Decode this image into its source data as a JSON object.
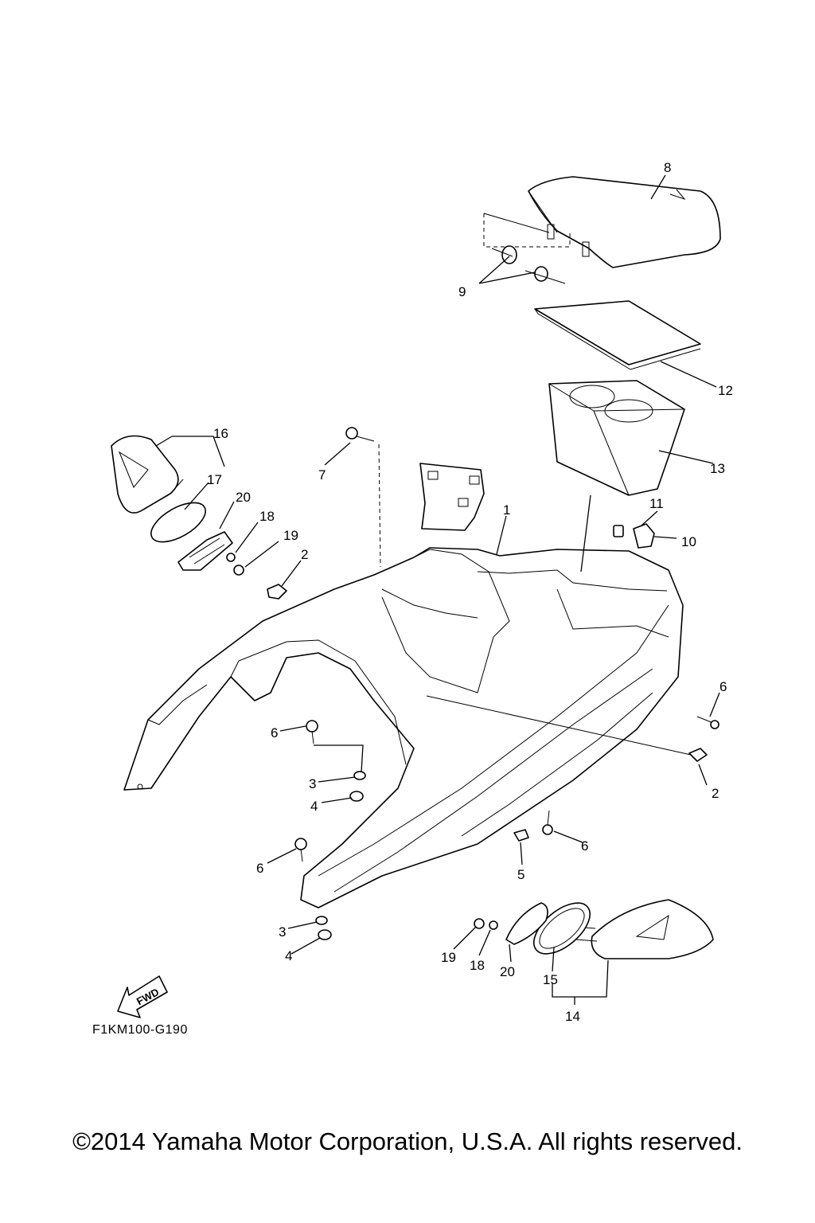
{
  "diagram": {
    "drawing_code": "F1KM100-G190",
    "fwd_label": "FWD",
    "callouts": {
      "c1": "1",
      "c2a": "2",
      "c2b": "2",
      "c3a": "3",
      "c3b": "3",
      "c4a": "4",
      "c4b": "4",
      "c5": "5",
      "c6a": "6",
      "c6b": "6",
      "c6c": "6",
      "c6d": "6",
      "c7": "7",
      "c8": "8",
      "c9": "9",
      "c10": "10",
      "c11": "11",
      "c12": "12",
      "c13": "13",
      "c14": "14",
      "c15": "15",
      "c16": "16",
      "c17": "17",
      "c18a": "18",
      "c18b": "18",
      "c19a": "19",
      "c19b": "19",
      "c20a": "20",
      "c20b": "20"
    }
  },
  "footer": {
    "copyright": "©2014 Yamaha Motor Corporation, U.S.A. All rights reserved."
  }
}
